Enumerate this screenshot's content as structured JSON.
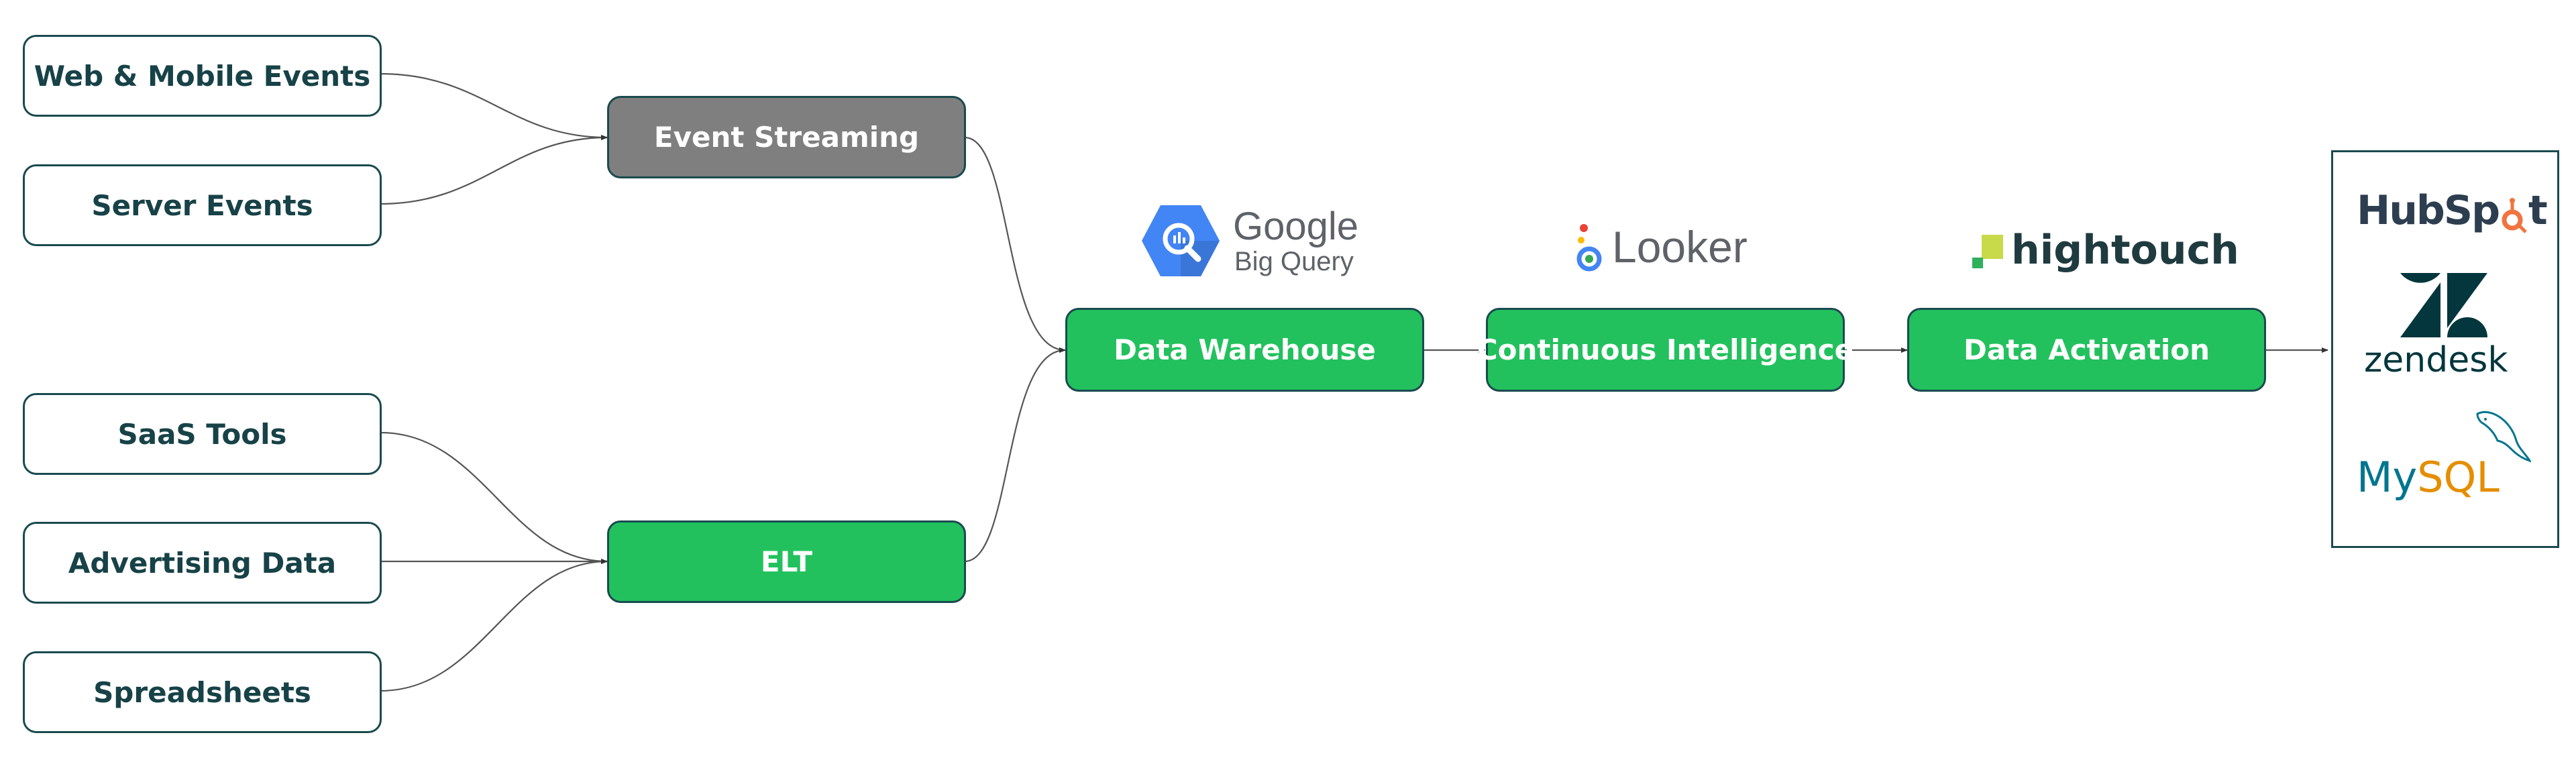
{
  "sources": {
    "web_mobile": "Web & Mobile Events",
    "server": "Server Events",
    "saas": "SaaS Tools",
    "advertising": "Advertising Data",
    "spreadsheets": "Spreadsheets"
  },
  "pipeline": {
    "event_streaming": "Event Streaming",
    "elt": "ELT",
    "warehouse": "Data Warehouse",
    "intelligence": "Continuous Intelligence",
    "activation": "Data Activation"
  },
  "logos": {
    "bigquery": {
      "line1": "Google",
      "line2": "Big Query",
      "icon": "bigquery-hexagon-icon"
    },
    "looker": {
      "text": "Looker",
      "icon": "looker-icon"
    },
    "hightouch": {
      "text": "hightouch",
      "icon": "hightouch-icon"
    },
    "hubspot": {
      "text_a": "HubSp",
      "text_b": "t",
      "icon": "hubspot-sprocket-icon"
    },
    "zendesk": {
      "text": "zendesk",
      "icon": "zendesk-z-icon"
    },
    "mysql": {
      "text_a": "My",
      "text_b": "SQL",
      "icon": "mysql-dolphin-icon"
    }
  },
  "colors": {
    "green": "#22c15e",
    "grey": "#7f7f7f",
    "dark_teal": "#174247",
    "hubspot_orange": "#f0743f",
    "mysql_blue": "#00758f",
    "mysql_orange": "#e48e00",
    "google_blue": "#4285f4"
  }
}
